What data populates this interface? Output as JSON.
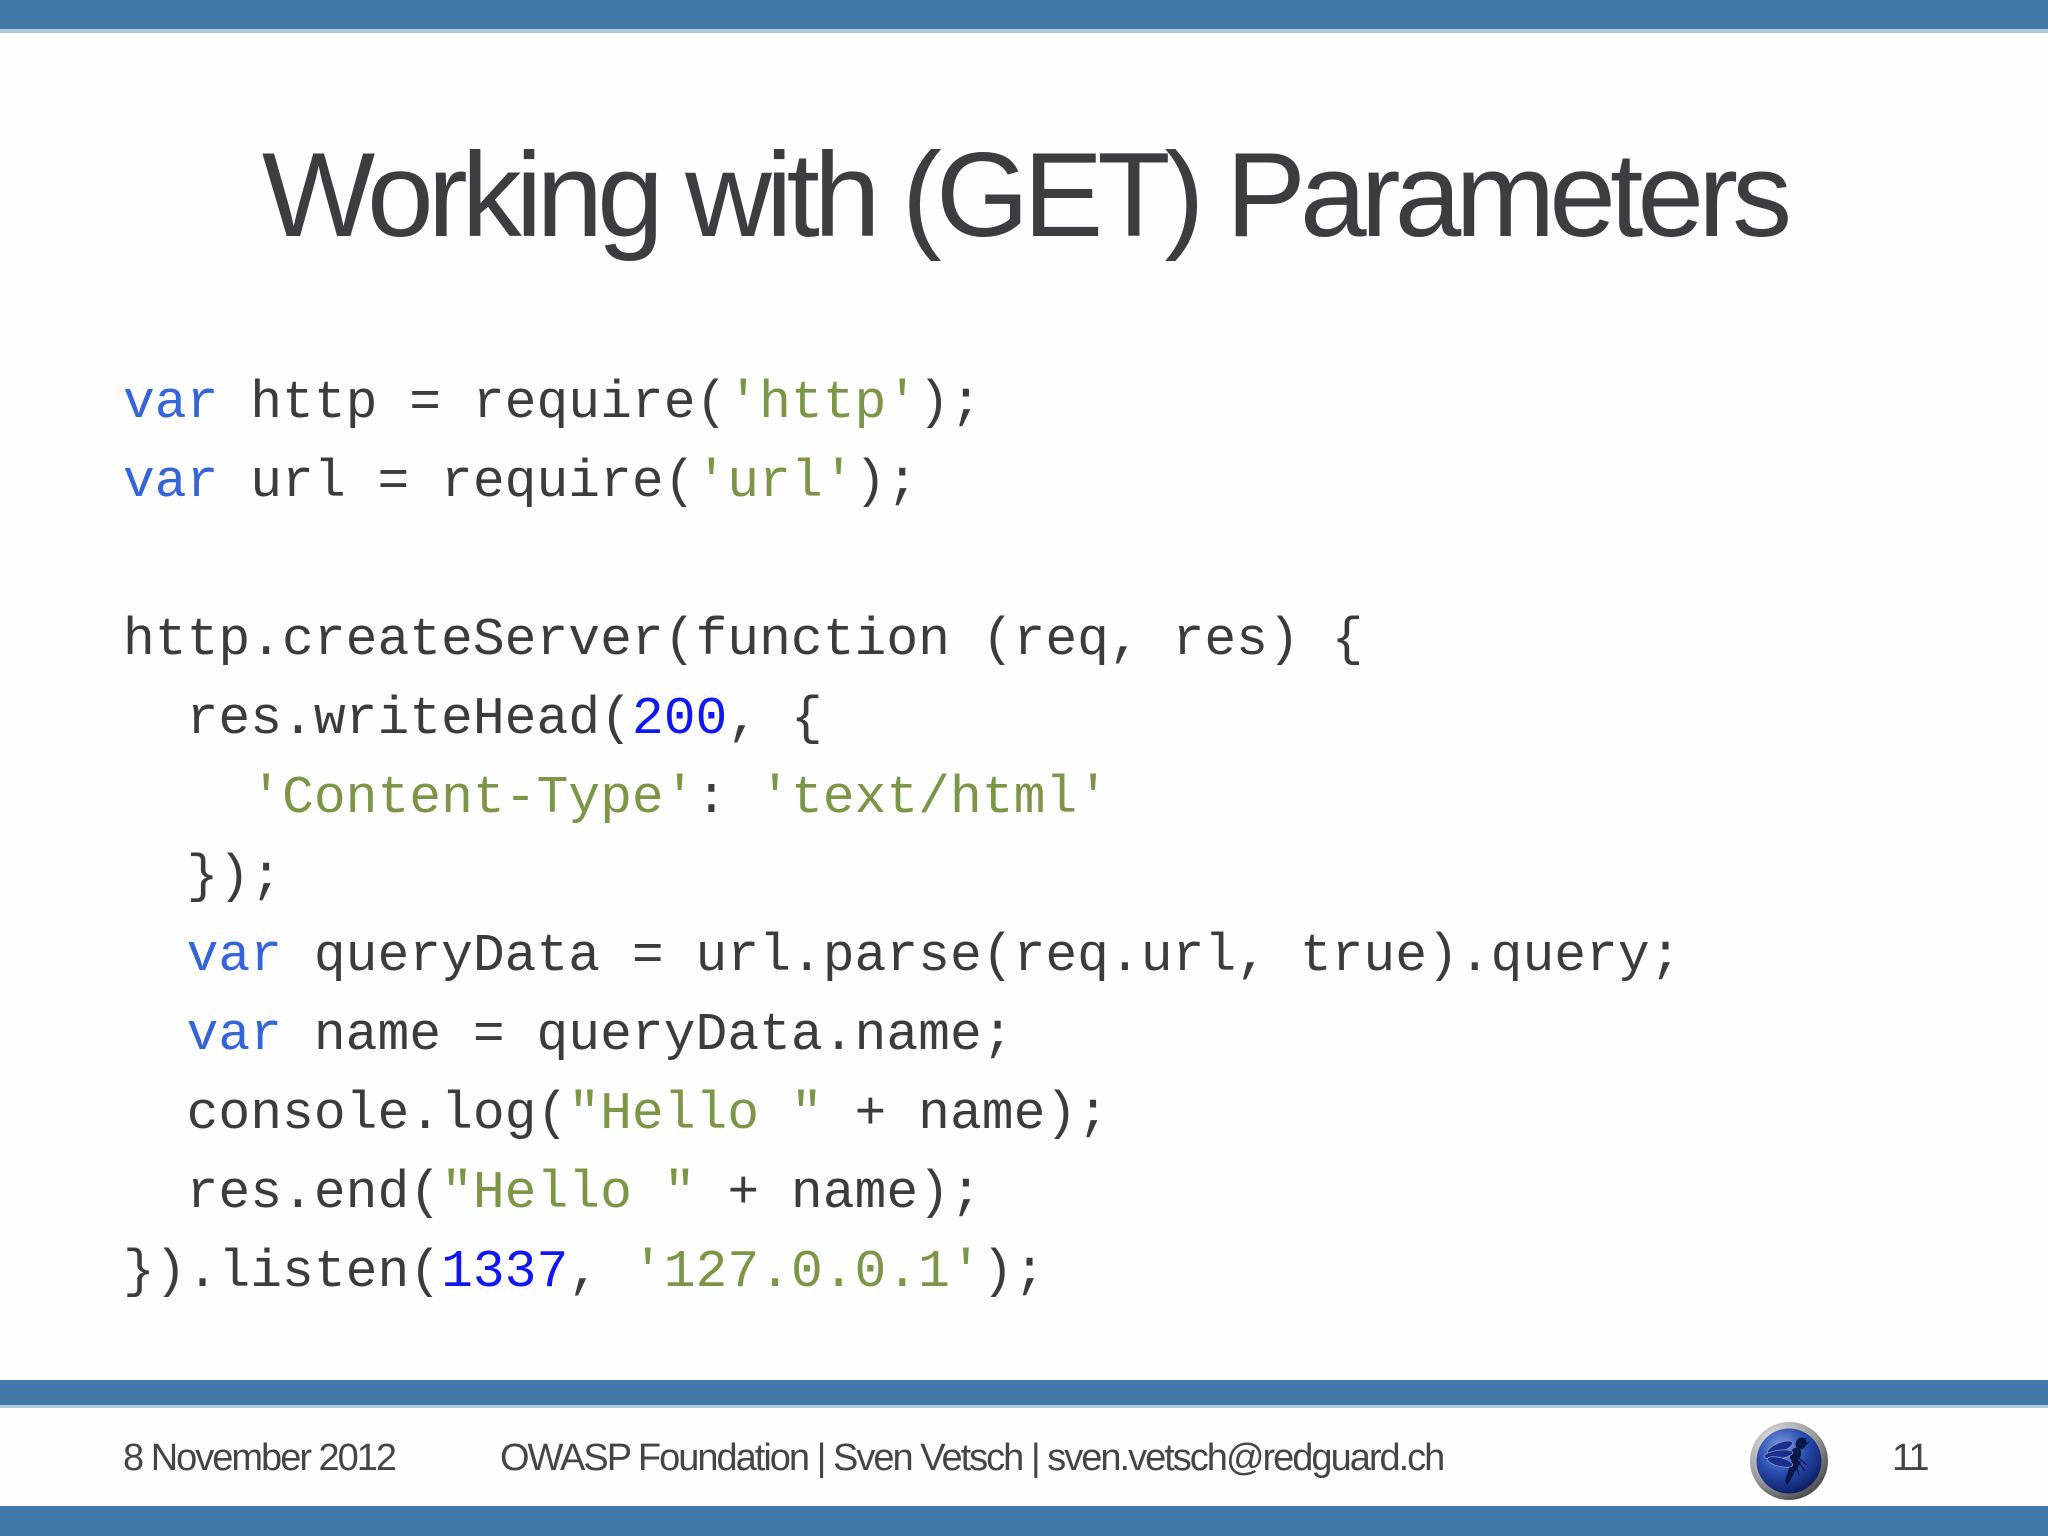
{
  "slide": {
    "title": "Working with (GET) Parameters",
    "page_number": "11"
  },
  "footer": {
    "date": "8 November 2012",
    "credit": "OWASP Foundation | Sven Vetsch | sven.vetsch@redguard.ch",
    "logo_icon": "owasp-wasp-logo"
  },
  "colors": {
    "bar_blue": "#4179a8",
    "bar_separator_light_blue": "#b5c7da",
    "title_text": "#3d3d3f",
    "code_plain": "#3c3c3c",
    "code_keyword_blue": "#3665d8",
    "code_number_blue": "#1217ee",
    "code_string_green": "#7d9546",
    "footer_text": "#454547",
    "logo_sphere_blue": "#22409f"
  },
  "code": {
    "language": "javascript",
    "lines": [
      [
        {
          "c": "kw",
          "t": "var"
        },
        {
          "c": "pl",
          "t": " http = require("
        },
        {
          "c": "str",
          "t": "'http'"
        },
        {
          "c": "pl",
          "t": ");"
        }
      ],
      [
        {
          "c": "kw",
          "t": "var"
        },
        {
          "c": "pl",
          "t": " url = require("
        },
        {
          "c": "str",
          "t": "'url'"
        },
        {
          "c": "pl",
          "t": ");"
        }
      ],
      [],
      [
        {
          "c": "pl",
          "t": "http.createServer(function (req, res) {"
        }
      ],
      [
        {
          "c": "pl",
          "t": "  res.writeHead("
        },
        {
          "c": "num",
          "t": "200"
        },
        {
          "c": "pl",
          "t": ", {"
        }
      ],
      [
        {
          "c": "pl",
          "t": "    "
        },
        {
          "c": "str",
          "t": "'Content-Type'"
        },
        {
          "c": "pl",
          "t": ": "
        },
        {
          "c": "str",
          "t": "'text/html'"
        }
      ],
      [
        {
          "c": "pl",
          "t": "  });"
        }
      ],
      [
        {
          "c": "pl",
          "t": "  "
        },
        {
          "c": "kw",
          "t": "var"
        },
        {
          "c": "pl",
          "t": " queryData = url.parse(req.url, true).query;"
        }
      ],
      [
        {
          "c": "pl",
          "t": "  "
        },
        {
          "c": "kw",
          "t": "var"
        },
        {
          "c": "pl",
          "t": " name = queryData.name;"
        }
      ],
      [
        {
          "c": "pl",
          "t": "  console.log("
        },
        {
          "c": "str",
          "t": "\"Hello \""
        },
        {
          "c": "pl",
          "t": " + name);"
        }
      ],
      [
        {
          "c": "pl",
          "t": "  res.end("
        },
        {
          "c": "str",
          "t": "\"Hello \""
        },
        {
          "c": "pl",
          "t": " + name);"
        }
      ],
      [
        {
          "c": "pl",
          "t": "}).listen("
        },
        {
          "c": "num",
          "t": "1337"
        },
        {
          "c": "pl",
          "t": ", "
        },
        {
          "c": "str",
          "t": "'127.0.0.1'"
        },
        {
          "c": "pl",
          "t": ");"
        }
      ]
    ]
  }
}
